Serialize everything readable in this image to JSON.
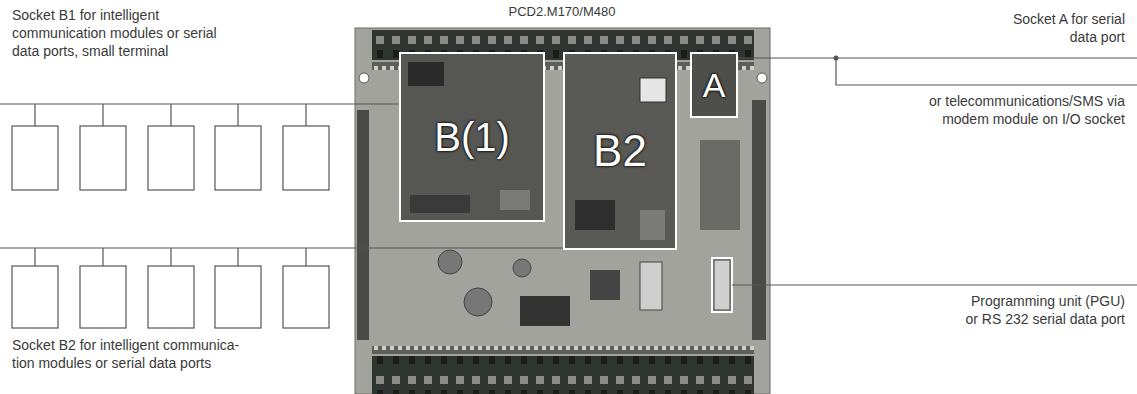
{
  "diagram": {
    "title": "PCD2.M170/M480",
    "nodes": [
      {
        "text": [
          "B(1)"
        ]
      },
      {
        "text": [
          "B2"
        ]
      },
      {
        "text": [
          "A"
        ]
      }
    ],
    "labels": [
      "Socket B1 for intelligent communication modules or serial data ports, small terminal",
      "Socket B2 for intelligent communica- tion modules or serial data ports",
      "Socket A for serial data port",
      "or telecommunications/SMS via modem module on I/O socket",
      "Programming unit (PGU) or RS 232 serial data port"
    ]
  }
}
